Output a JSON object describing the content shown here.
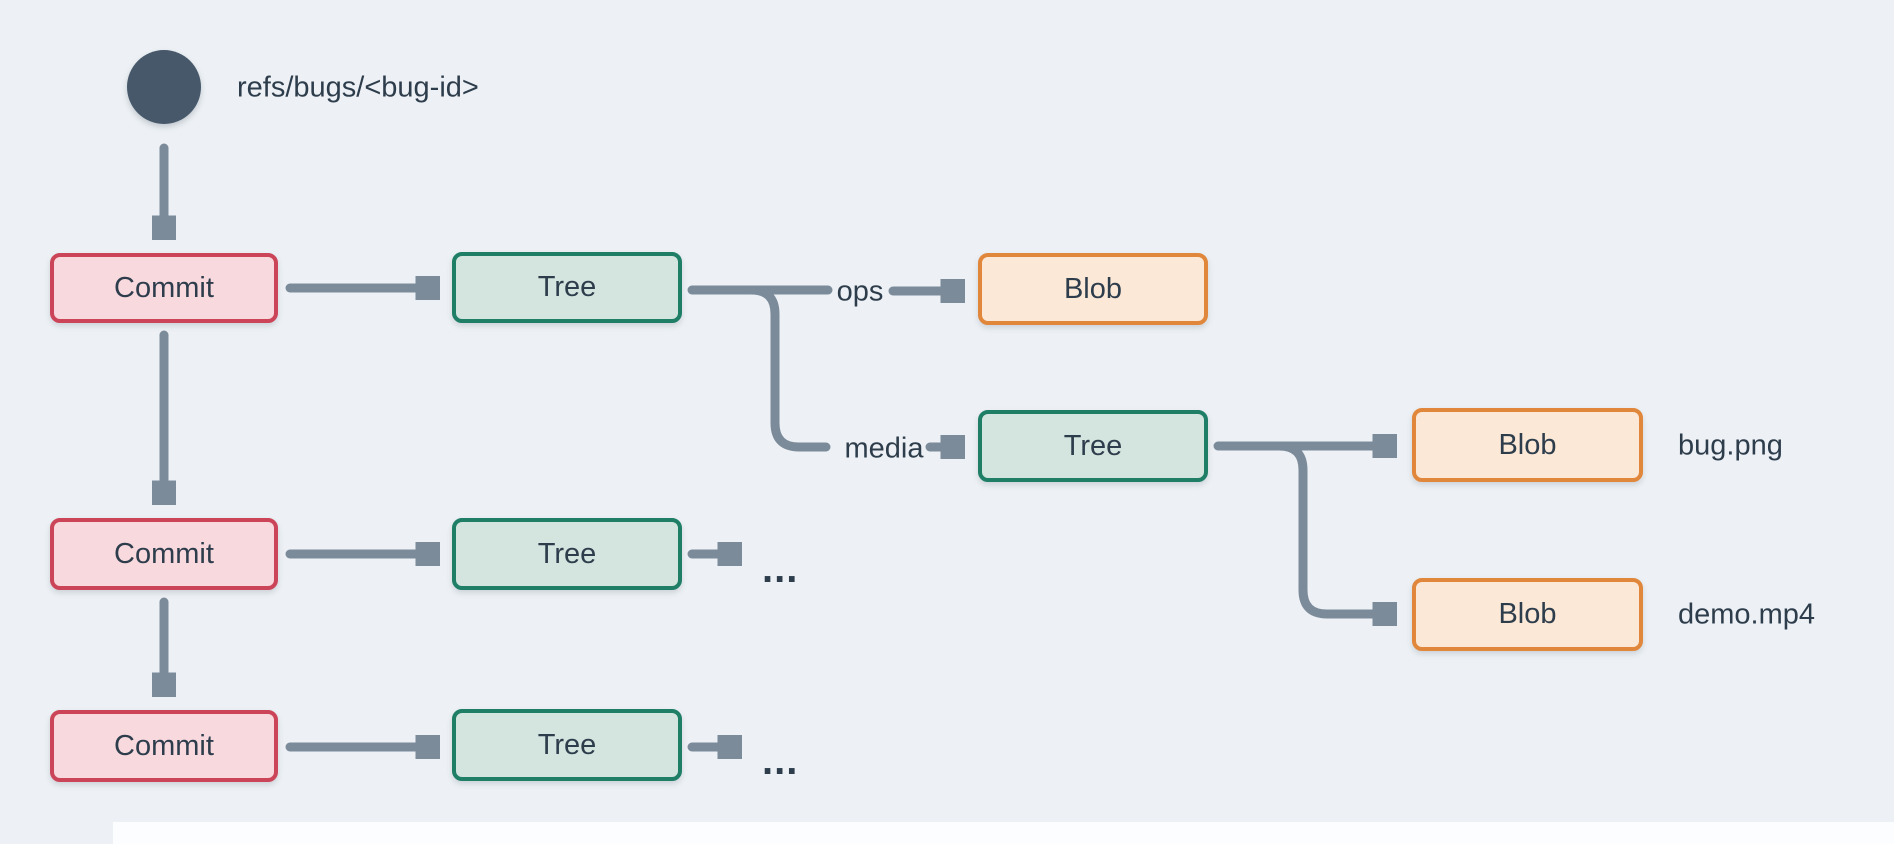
{
  "ref": {
    "label": "refs/bugs/<bug-id>"
  },
  "nodes": {
    "commit1": {
      "type": "commit",
      "label": "Commit"
    },
    "commit2": {
      "type": "commit",
      "label": "Commit"
    },
    "commit3": {
      "type": "commit",
      "label": "Commit"
    },
    "tree1": {
      "type": "tree",
      "label": "Tree"
    },
    "tree_row2": {
      "type": "tree",
      "label": "Tree"
    },
    "tree_row3": {
      "type": "tree",
      "label": "Tree"
    },
    "tree_media": {
      "type": "tree",
      "label": "Tree"
    },
    "blob_ops": {
      "type": "blob",
      "label": "Blob"
    },
    "blob_bug": {
      "type": "blob",
      "label": "Blob",
      "file_label": "bug.png"
    },
    "blob_demo": {
      "type": "blob",
      "label": "Blob",
      "file_label": "demo.mp4"
    }
  },
  "edge_labels": {
    "ops": "ops",
    "media": "media"
  },
  "misc": {
    "ellipsis_row2": "...",
    "ellipsis_row3": "..."
  },
  "colors": {
    "background": "#edf1f5",
    "connector": "#7c8b9a",
    "text": "#2e3d4c",
    "ref_circle_fill": "#46586a",
    "commit_fill": "#f8d9de",
    "commit_border": "#cb4457",
    "tree_fill": "#d4e4de",
    "tree_border": "#1e7e66",
    "blob_fill": "#fbe8d7",
    "blob_border": "#e0873c"
  }
}
